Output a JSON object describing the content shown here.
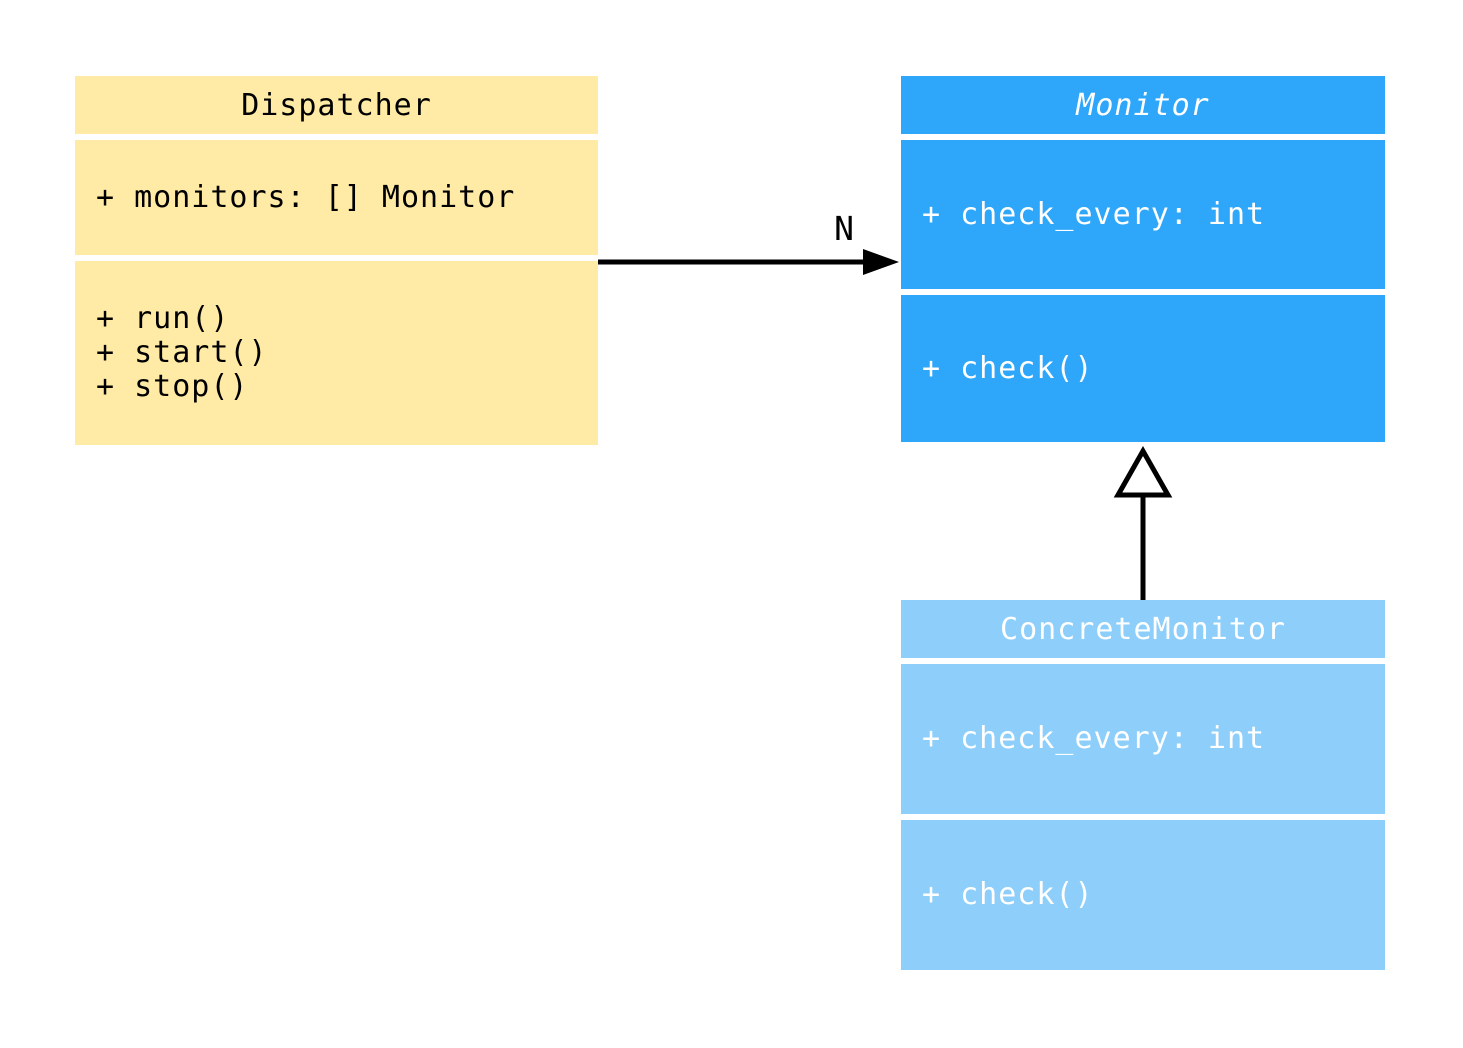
{
  "diagram": {
    "background": "#FFFFFF",
    "classes": [
      {
        "name": "Dispatcher",
        "abstract": false,
        "fill": "#FFEBA5",
        "text_color": "#000000",
        "attributes": [
          "+ monitors: [] Monitor"
        ],
        "methods": [
          "+ run()",
          "+ start()",
          "+ stop()"
        ]
      },
      {
        "name": "Monitor",
        "abstract": true,
        "fill": "#2EA6FA",
        "text_color": "#FFFFFF",
        "attributes": [
          "+ check_every: int"
        ],
        "methods": [
          "+ check()"
        ]
      },
      {
        "name": "ConcreteMonitor",
        "abstract": false,
        "fill": "#8DCEFA",
        "text_color": "#FFFFFF",
        "attributes": [
          "+ check_every: int"
        ],
        "methods": [
          "+ check()"
        ]
      }
    ],
    "relations": [
      {
        "type": "association",
        "from": "Dispatcher",
        "to": "Monitor",
        "label": "N",
        "color": "#000000"
      },
      {
        "type": "generalization",
        "from": "ConcreteMonitor",
        "to": "Monitor",
        "color": "#000000"
      }
    ]
  }
}
